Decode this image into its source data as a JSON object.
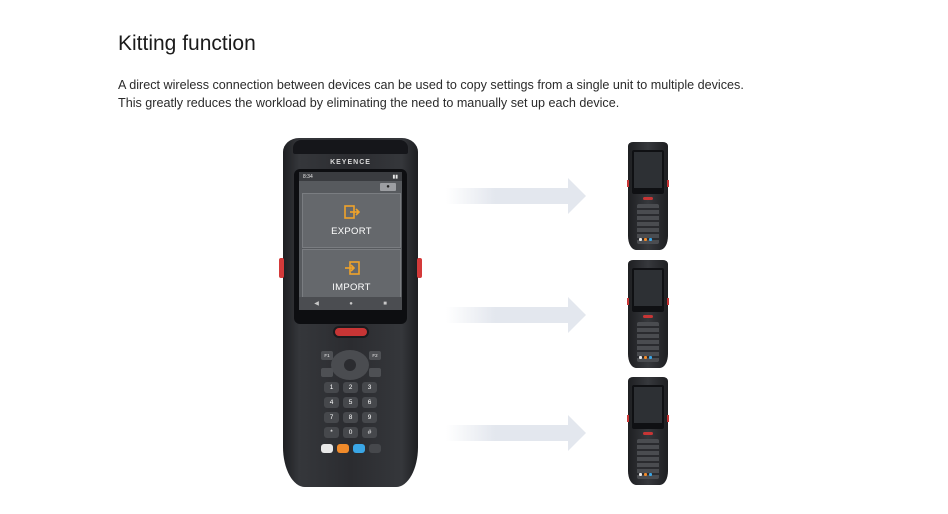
{
  "heading": "Kitting function",
  "description": {
    "line1": "A direct wireless connection between devices can be used to copy settings from a single unit to multiple devices.",
    "line2": "This greatly reduces the workload by eliminating the need to manually set up each device."
  },
  "device": {
    "brand": "KEYENCE",
    "status_time": "8:34",
    "export_label": "EXPORT",
    "import_label": "IMPORT",
    "export_icon": "export-icon",
    "import_icon": "import-icon",
    "accent_color": "#f0a32a",
    "keys": [
      "1",
      "2",
      "3",
      "4",
      "5",
      "6",
      "7",
      "8",
      "9",
      "*",
      "0",
      "#"
    ],
    "fkeys": [
      "F1",
      "F2"
    ]
  },
  "arrow_color": "#e3e7ee",
  "target_device_count": 3
}
